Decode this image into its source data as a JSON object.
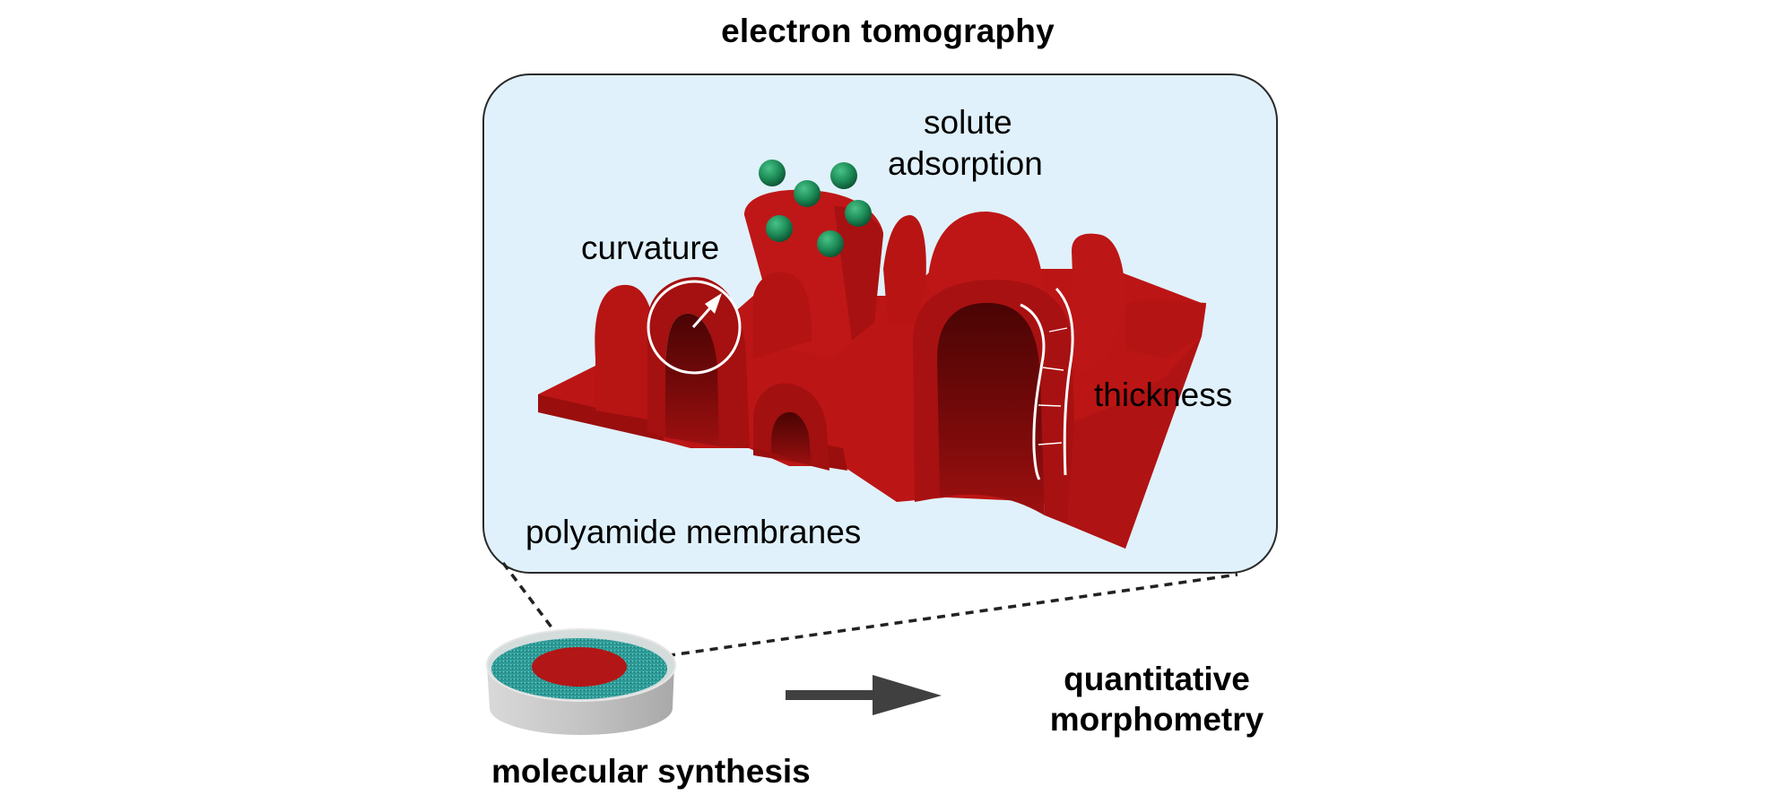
{
  "figure": {
    "title": "electron tomography",
    "panel": {
      "labels": {
        "solute_line1": "solute",
        "solute_line2": "adsorption",
        "curvature": "curvature",
        "thickness": "thickness",
        "membranes": "polyamide membranes"
      },
      "solute_particle_count": 6
    },
    "bottom": {
      "synthesis": "molecular synthesis",
      "result_line1": "quantitative",
      "result_line2": "morphometry"
    },
    "colors": {
      "panel_bg": "#E0F1FB",
      "panel_border": "#2A2A2A",
      "membrane": "#BC1515",
      "membrane_shadow": "#8C0D0D",
      "membrane_deep": "#5E0606",
      "solute": "#1F8F5A",
      "dish": "#C9C9C9",
      "dish_liquid": "#2E9C98",
      "arrow": "#404040"
    }
  }
}
